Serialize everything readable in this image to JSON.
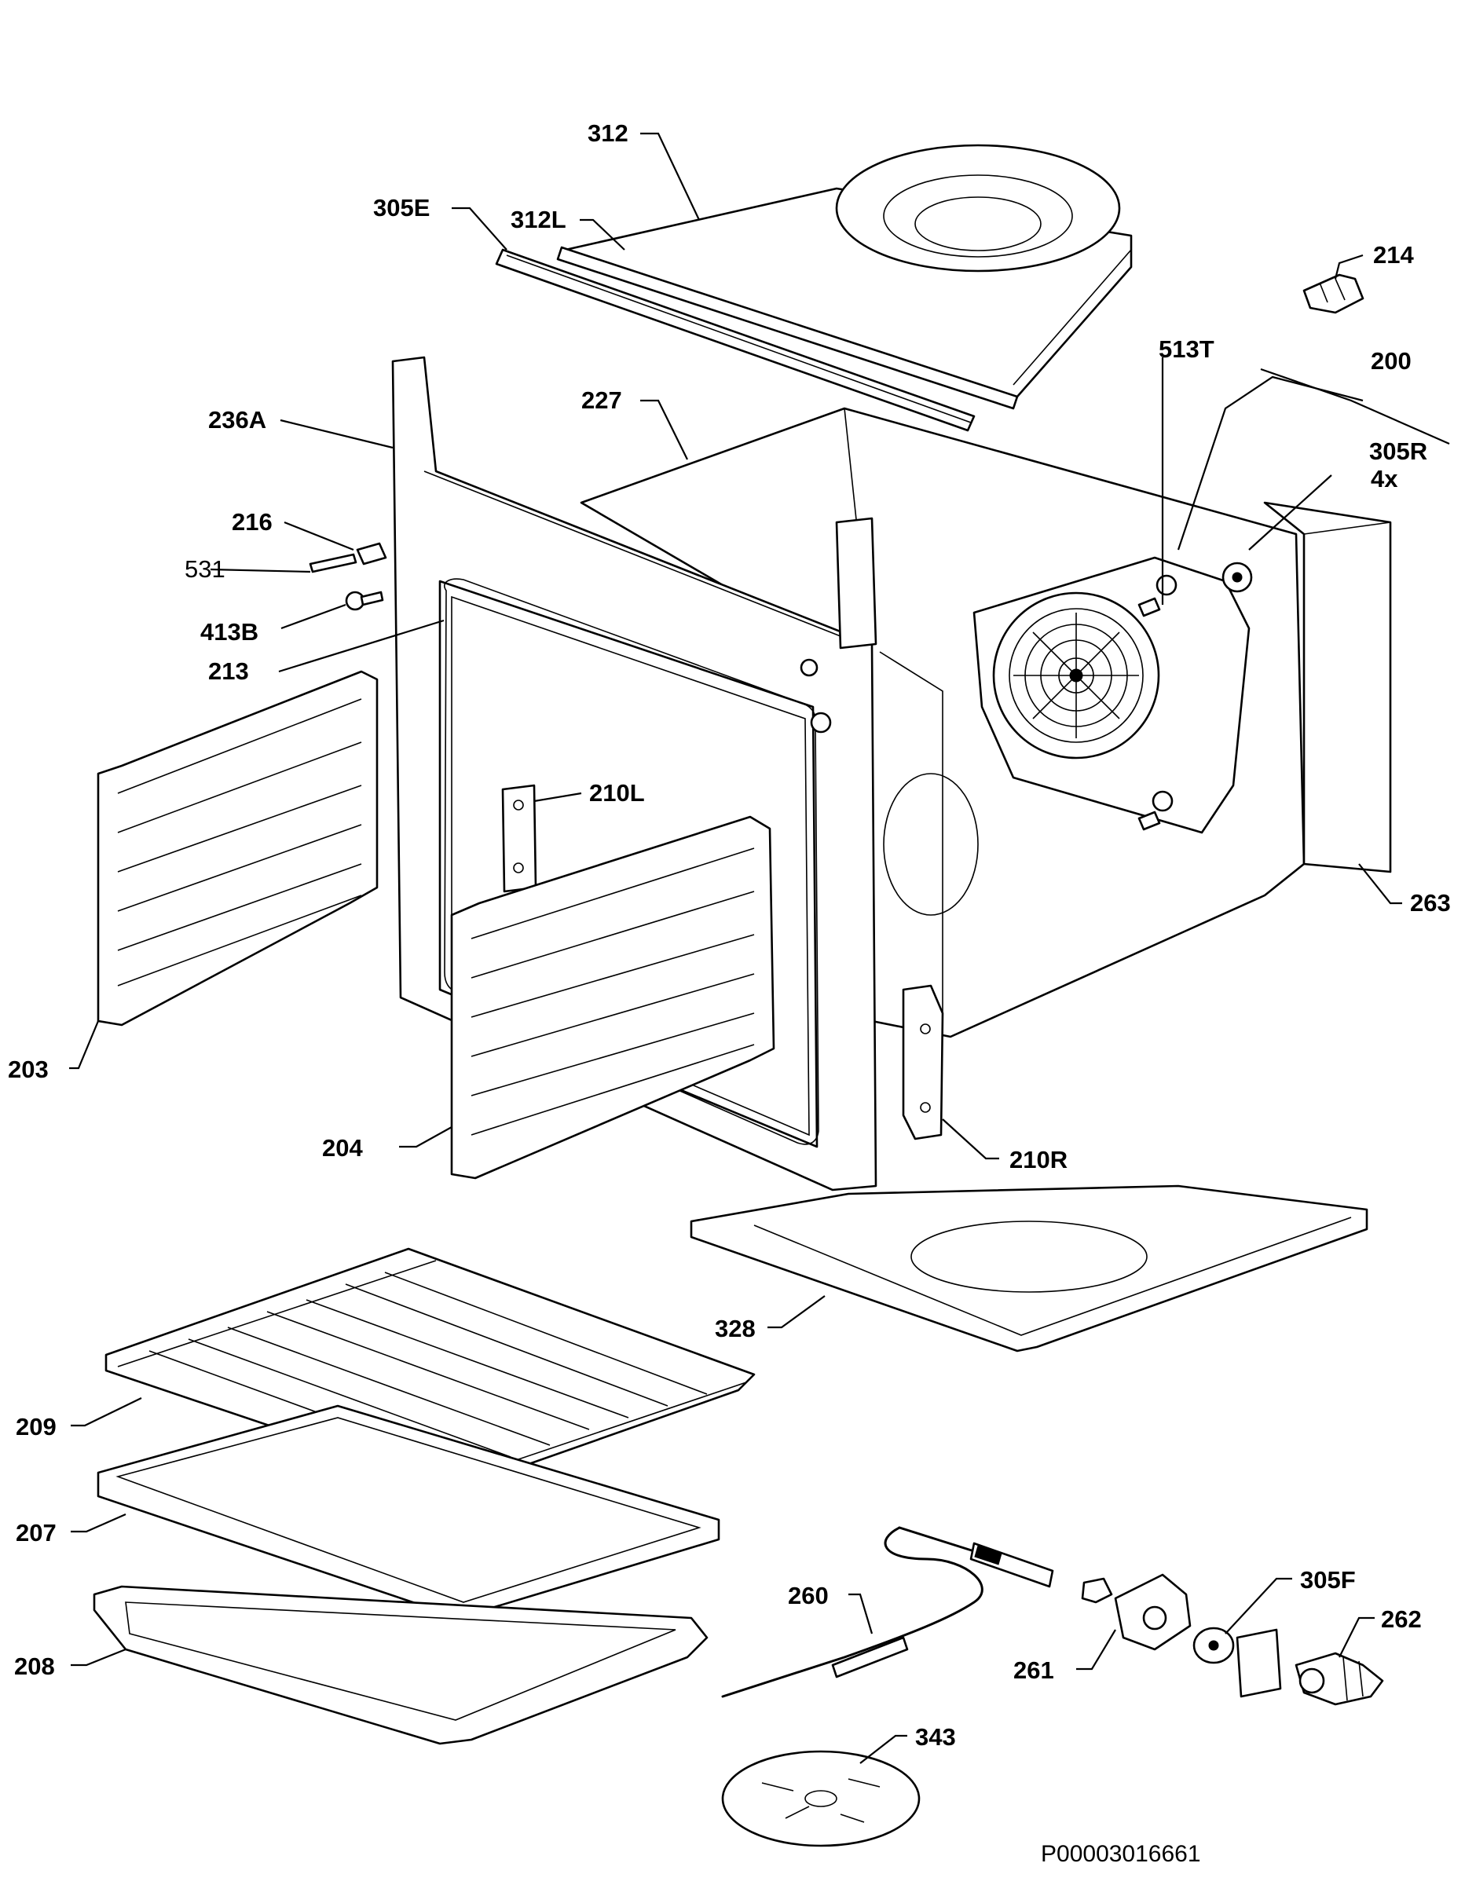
{
  "diagram": {
    "document_code": "P00003016661",
    "callouts": [
      {
        "id": "312",
        "text": "312"
      },
      {
        "id": "305E",
        "text": "305E"
      },
      {
        "id": "312L",
        "text": "312L"
      },
      {
        "id": "214",
        "text": "214"
      },
      {
        "id": "513T",
        "text": "513T"
      },
      {
        "id": "200",
        "text": "200"
      },
      {
        "id": "227",
        "text": "227"
      },
      {
        "id": "236A",
        "text": "236A"
      },
      {
        "id": "305R",
        "text": "305R"
      },
      {
        "id": "4x",
        "text": "4x"
      },
      {
        "id": "216",
        "text": "216"
      },
      {
        "id": "531",
        "text": "531"
      },
      {
        "id": "413B",
        "text": "413B"
      },
      {
        "id": "213",
        "text": "213"
      },
      {
        "id": "210L",
        "text": "210L"
      },
      {
        "id": "263",
        "text": "263"
      },
      {
        "id": "203",
        "text": "203"
      },
      {
        "id": "204",
        "text": "204"
      },
      {
        "id": "210R",
        "text": "210R"
      },
      {
        "id": "328",
        "text": "328"
      },
      {
        "id": "209",
        "text": "209"
      },
      {
        "id": "207",
        "text": "207"
      },
      {
        "id": "208",
        "text": "208"
      },
      {
        "id": "260",
        "text": "260"
      },
      {
        "id": "305F",
        "text": "305F"
      },
      {
        "id": "262",
        "text": "262"
      },
      {
        "id": "261",
        "text": "261"
      },
      {
        "id": "343",
        "text": "343"
      }
    ]
  }
}
